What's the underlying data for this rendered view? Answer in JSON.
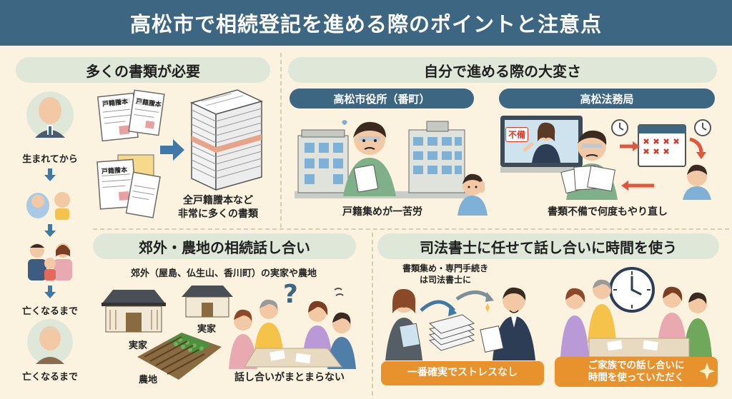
{
  "title": "高松市で相続登記を進める際のポイントと注意点",
  "sections": {
    "documents": {
      "heading": "多くの書類が必要",
      "life_stages": [
        "生まれてから",
        "亡くなるまで",
        "亡くなるまで"
      ],
      "doc_label": "戸籍謄本",
      "caption": "全戸籍謄本など\n非常に多くの書類"
    },
    "self_difficulty": {
      "heading": "自分で進める際の大変さ",
      "city_office": {
        "label": "高松市役所（番町）",
        "caption": "戸籍集めが一苦労"
      },
      "legal_bureau": {
        "label": "高松法務局",
        "badge": "不備",
        "caption": "書類不備で何度もやり直し"
      }
    },
    "suburb": {
      "heading": "郊外・農地の相続話し合い",
      "subtitle": "郊外（屋島、仏生山、香川町）の実家や農地",
      "labels": [
        "実家",
        "実家",
        "農地"
      ],
      "caption": "話し合いがまとまらない"
    },
    "scrivener": {
      "heading": "司法書士に任せて話し合いに時間を使う",
      "note": "書類集め・専門手続き\nは司法書士に",
      "left_banner": "一番確実でストレスなし",
      "right_banner": "ご家族での話し合いに\n時間を使っていただく"
    }
  },
  "colors": {
    "navy": "#3d6682",
    "pill": "#dfe8d8",
    "background": "#fbf3e0",
    "orange": "#e8922e",
    "arrow_blue": "#3f79a8",
    "arrow_red": "#e0573d"
  }
}
